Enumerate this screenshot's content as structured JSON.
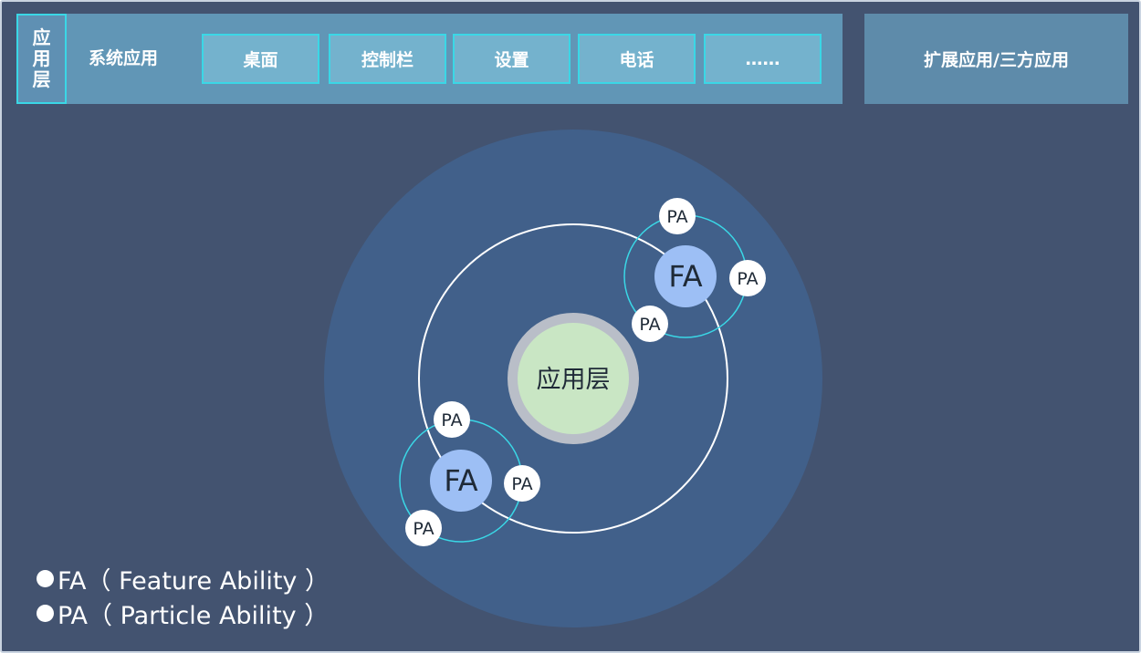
{
  "header": {
    "layer_tag": "应用层",
    "system_apps_label": "系统应用",
    "system_apps": [
      "桌面",
      "控制栏",
      "设置",
      "电话",
      "……"
    ],
    "extension_label": "扩展应用/三方应用"
  },
  "diagram": {
    "center_label": "应用层",
    "fa_label": "FA",
    "pa_label": "PA"
  },
  "legend": {
    "items": [
      "FA（ Feature Ability ）",
      "PA（ Particle Ability ）"
    ]
  },
  "colors": {
    "background": "#435370",
    "outer_circle": "#41608a",
    "orbit": "#ffffff",
    "cyan_accent": "#3ad7e6",
    "fa_fill": "#9dbff5",
    "center_fill": "#c9e6c4",
    "center_ring": "#b9bec8"
  }
}
